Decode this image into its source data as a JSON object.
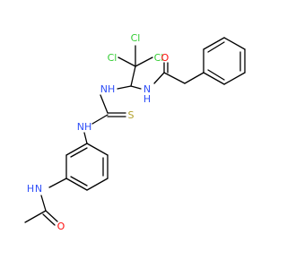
{
  "molecule": {
    "atoms": [
      {
        "id": "cl1",
        "label": "Cl",
        "color": "#33cc33"
      },
      {
        "id": "cl2",
        "label": "Cl",
        "color": "#33cc33"
      },
      {
        "id": "cl3",
        "label": "Cl",
        "color": "#33cc33"
      },
      {
        "id": "o1",
        "label": "O",
        "color": "#ff0d0d"
      },
      {
        "id": "nh1",
        "label": "NH",
        "color": "#3050f8"
      },
      {
        "id": "n1",
        "label": "N",
        "color": "#3050f8"
      },
      {
        "id": "h1",
        "label": "H",
        "color": "#3050f8"
      },
      {
        "id": "nh2",
        "label": "NH",
        "color": "#3050f8"
      },
      {
        "id": "s1",
        "label": "S",
        "color": "#b2a02c"
      },
      {
        "id": "n2",
        "label": "N",
        "color": "#3050f8"
      },
      {
        "id": "h2",
        "label": "H",
        "color": "#3050f8"
      },
      {
        "id": "o2",
        "label": "O",
        "color": "#ff0d0d"
      }
    ],
    "bond_color": "#000000"
  }
}
